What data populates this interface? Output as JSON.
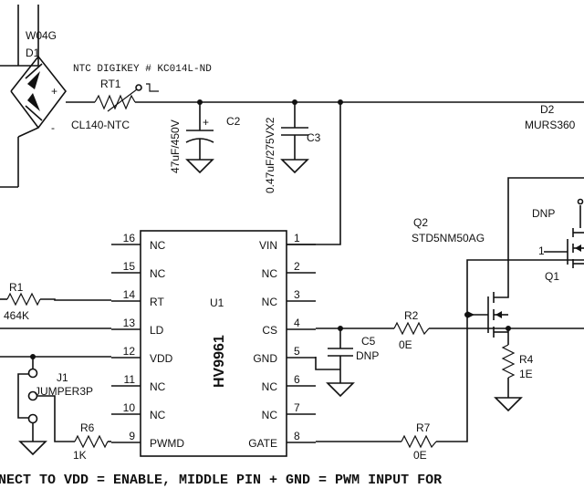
{
  "bridge": {
    "part": "W04G",
    "ref": "D1",
    "plus": "+",
    "minus": "-"
  },
  "thermistor": {
    "note": "NTC DIGIKEY # KC014L-ND",
    "ref": "RT1",
    "value": "CL140-NTC"
  },
  "caps": {
    "c2": {
      "ref": "C2",
      "value": "47uF/450V",
      "plus": "+"
    },
    "c3": {
      "ref": "C3",
      "value": "0.47uF/275VX2"
    },
    "c5": {
      "ref": "C5",
      "value": "DNP"
    }
  },
  "diode_d2": {
    "ref": "D2",
    "value": "MURS360"
  },
  "ic": {
    "ref": "U1",
    "part": "HV9961",
    "left_pins": [
      {
        "num": "16",
        "name": "NC"
      },
      {
        "num": "15",
        "name": "NC"
      },
      {
        "num": "14",
        "name": "RT"
      },
      {
        "num": "13",
        "name": "LD"
      },
      {
        "num": "12",
        "name": "VDD"
      },
      {
        "num": "11",
        "name": "NC"
      },
      {
        "num": "10",
        "name": "NC"
      },
      {
        "num": "9",
        "name": "PWMD"
      }
    ],
    "right_pins": [
      {
        "num": "1",
        "name": "VIN"
      },
      {
        "num": "2",
        "name": "NC"
      },
      {
        "num": "3",
        "name": "NC"
      },
      {
        "num": "4",
        "name": "CS"
      },
      {
        "num": "5",
        "name": "GND"
      },
      {
        "num": "6",
        "name": "NC"
      },
      {
        "num": "7",
        "name": "NC"
      },
      {
        "num": "8",
        "name": "GATE"
      }
    ]
  },
  "resistors": {
    "r1": {
      "ref": "R1",
      "value": "464K"
    },
    "r2": {
      "ref": "R2",
      "value": "0E"
    },
    "r4": {
      "ref": "R4",
      "value": "1E"
    },
    "r6": {
      "ref": "R6",
      "value": "1K"
    },
    "r7": {
      "ref": "R7",
      "value": "0E"
    }
  },
  "jumper": {
    "ref": "J1",
    "value": "JUMPER3P"
  },
  "mosfet": {
    "ref": "Q2",
    "part": "STD5NM50AG",
    "alt_ref": "Q1",
    "pin_num": "1",
    "dnp": "DNP"
  },
  "footer": "NECT TO VDD = ENABLE, MIDDLE PIN + GND = PWM INPUT FOR"
}
